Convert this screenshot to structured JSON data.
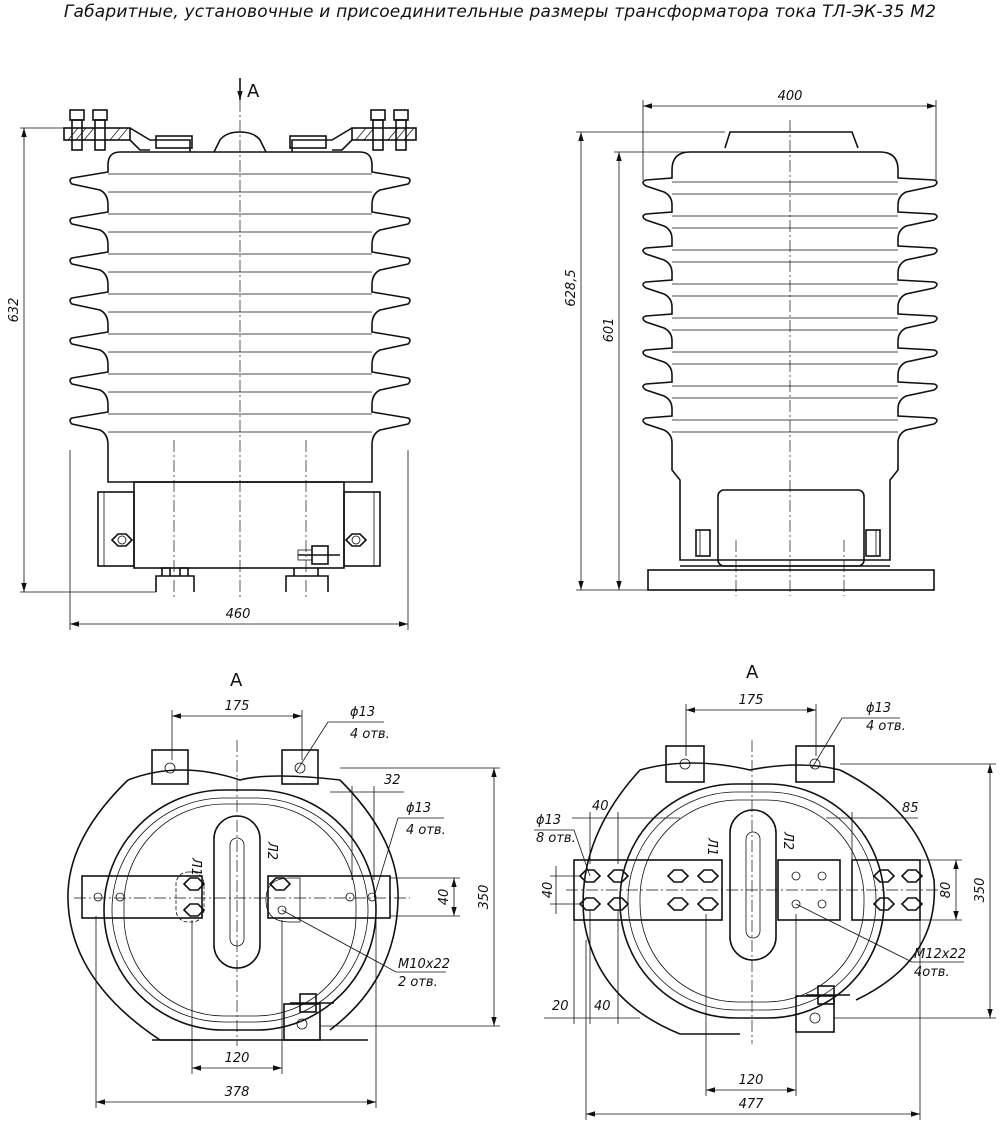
{
  "title": "Габаритные, установочные и присоединительные размеры трансформатора тока ТЛ-ЭК-35 М2",
  "views": {
    "front": {
      "arrow_label": "А",
      "dim_height": "632",
      "dim_width": "460"
    },
    "side": {
      "dim_width": "400",
      "dim_height_total": "628,5",
      "dim_height_body": "601"
    },
    "bottom_left": {
      "label": "А",
      "dim_175": "175",
      "hole_dia": "ϕ13",
      "hole_count": "4 отв.",
      "dim_32": "32",
      "hole_dia_2": "ϕ13",
      "hole_count_2": "4 отв.",
      "dim_40": "40",
      "dim_350": "350",
      "thread": "М10х22",
      "thread_count": "2 отв.",
      "dim_120": "120",
      "dim_378": "378",
      "terminal_1": "Л1",
      "terminal_2": "Л2"
    },
    "bottom_right": {
      "label": "А",
      "dim_175": "175",
      "hole_dia": "ϕ13",
      "hole_count": "4 отв.",
      "dim_40_top": "40",
      "hole_dia_2": "ϕ13",
      "hole_count_2": "8 отв.",
      "dim_85": "85",
      "dim_40_side": "40",
      "dim_80": "80",
      "dim_350": "350",
      "thread": "М12х22",
      "thread_count": "4отв.",
      "dim_20": "20",
      "dim_40_bottom": "40",
      "dim_120": "120",
      "dim_477": "477",
      "terminal_1": "Л1",
      "terminal_2": "Л2"
    }
  }
}
